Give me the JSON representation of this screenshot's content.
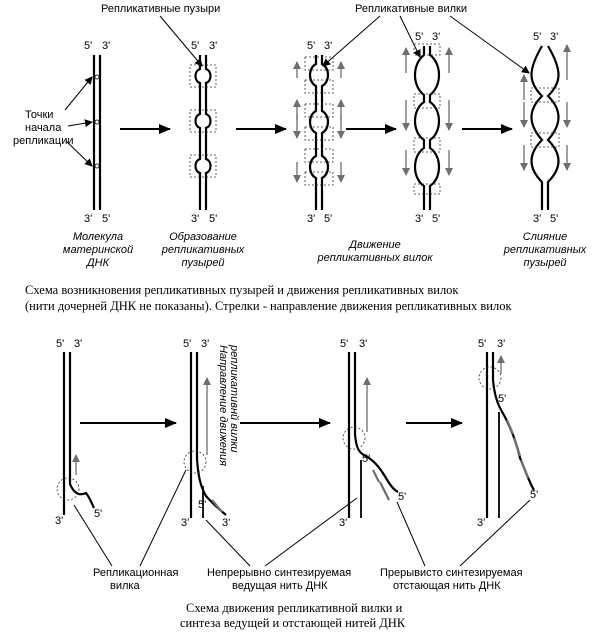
{
  "top": {
    "top_labels": {
      "bubbles": "Репликативные пузыри",
      "forks": "Репликативные вилки"
    },
    "origins_label": [
      "Точки",
      "начала",
      "репликации"
    ],
    "stage_captions": [
      [
        "Молекула",
        "материнской",
        "ДНК"
      ],
      [
        "Образование",
        "репликативных",
        "пузырей"
      ],
      [
        "Движение",
        "репликативных вилок"
      ],
      [
        "Слияние",
        "репликативных",
        "пузырей"
      ]
    ],
    "caption": [
      "Схема возникновения репликативных пузырей и движения репликативных вилок",
      "(нити дочерней ДНК не показаны). Стрелки - направление движения репликативных вилок"
    ]
  },
  "bottom": {
    "direction_label": [
      "Направление движения",
      "репликативнй вилки"
    ],
    "fork_label": [
      "Репликационная",
      "вилка"
    ],
    "leading_label": [
      "Непрерывно синтезируемая",
      "ведущая нить ДНК"
    ],
    "lagging_label": [
      "Прерывисто синтезируемая",
      "отстающая нить ДНК"
    ],
    "caption": [
      "Схема движения репликативной вилки и",
      "синтеза ведущей и отстающей нитей ДНК"
    ]
  },
  "strand_ends": {
    "five": "5'",
    "three": "3'"
  },
  "colors": {
    "ink": "#000000",
    "arrow_gray": "#6e6e6e",
    "dashed": "#333333"
  }
}
